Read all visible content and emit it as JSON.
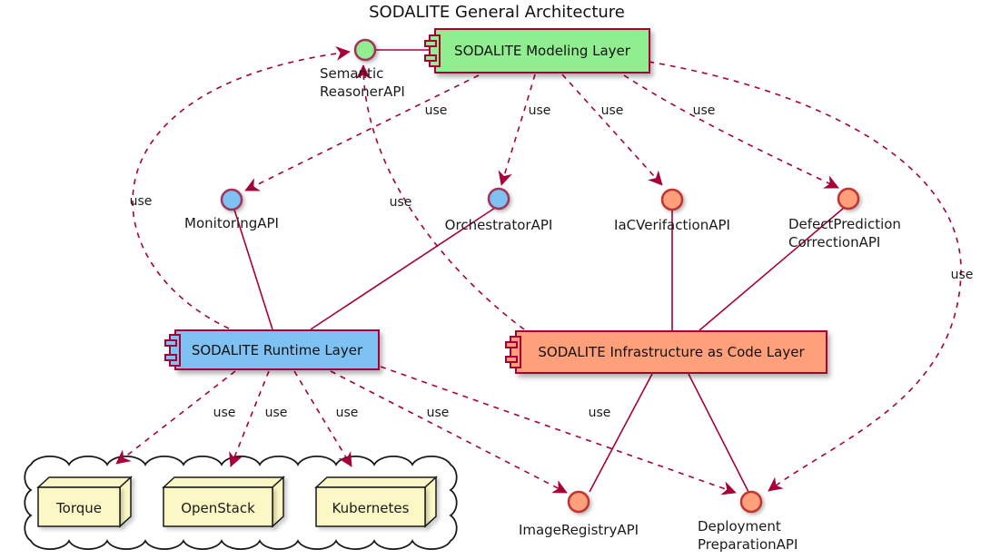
{
  "title": "SODALITE General Architecture",
  "labels": {
    "use": "use"
  },
  "components": [
    {
      "id": "modeling-layer",
      "label": "SODALITE Modeling Layer",
      "fill": "#90EE90"
    },
    {
      "id": "runtime-layer",
      "label": "SODALITE Runtime Layer",
      "fill": "#7EC2F3"
    },
    {
      "id": "infrastructure-layer",
      "label": "SODALITE Infrastructure as Code Layer",
      "fill": "#FFA07A"
    }
  ],
  "interfaces": [
    {
      "id": "semantic-reasoner-api",
      "label": "Semantic\nReasonerAPI",
      "color": "#90EE90"
    },
    {
      "id": "monitoring-api",
      "label": "MonitoringAPI",
      "color": "#7EC2F3"
    },
    {
      "id": "orchestrator-api",
      "label": "OrchestratorAPI",
      "color": "#7EC2F3"
    },
    {
      "id": "iac-verifaction-api",
      "label": "IaCVerifactionAPI",
      "color": "#FFA07A"
    },
    {
      "id": "defect-prediction-correction-api",
      "label": "DefectPrediction\nCorrectionAPI",
      "color": "#FFA07A"
    },
    {
      "id": "image-registry-api",
      "label": "ImageRegistryAPI",
      "color": "#FFA07A"
    },
    {
      "id": "deployment-preparation-api",
      "label": "Deployment\nPreparationAPI",
      "color": "#FFA07A"
    }
  ],
  "nodes": [
    {
      "id": "torque",
      "label": "Torque"
    },
    {
      "id": "openstack",
      "label": "OpenStack"
    },
    {
      "id": "kubernetes",
      "label": "Kubernetes"
    }
  ],
  "colors": {
    "edge_line": "#A80036",
    "node_fill": "#FCF8C5",
    "cloud_border": "#1a1a1a",
    "text": "#1a1a1a"
  }
}
